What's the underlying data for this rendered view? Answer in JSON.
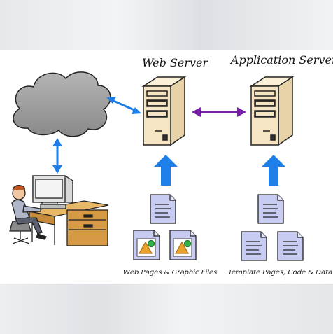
{
  "diagram": {
    "web_server_title": "Web Server",
    "app_server_title": "Application Server",
    "web_files_caption": "Web Pages & Graphic Files",
    "app_files_caption": "Template Pages, Code & Data"
  },
  "colors": {
    "arrow_blue": "#1e7fe8",
    "arrow_purple": "#7a1fa8",
    "server_beige": "#f6e5c4",
    "cloud_gray": "#9c9c9c",
    "document_lavender": "#c9ccf2"
  },
  "icons": [
    "cloud-icon",
    "computer-user-icon",
    "server-icon",
    "document-icon",
    "image-document-icon"
  ]
}
